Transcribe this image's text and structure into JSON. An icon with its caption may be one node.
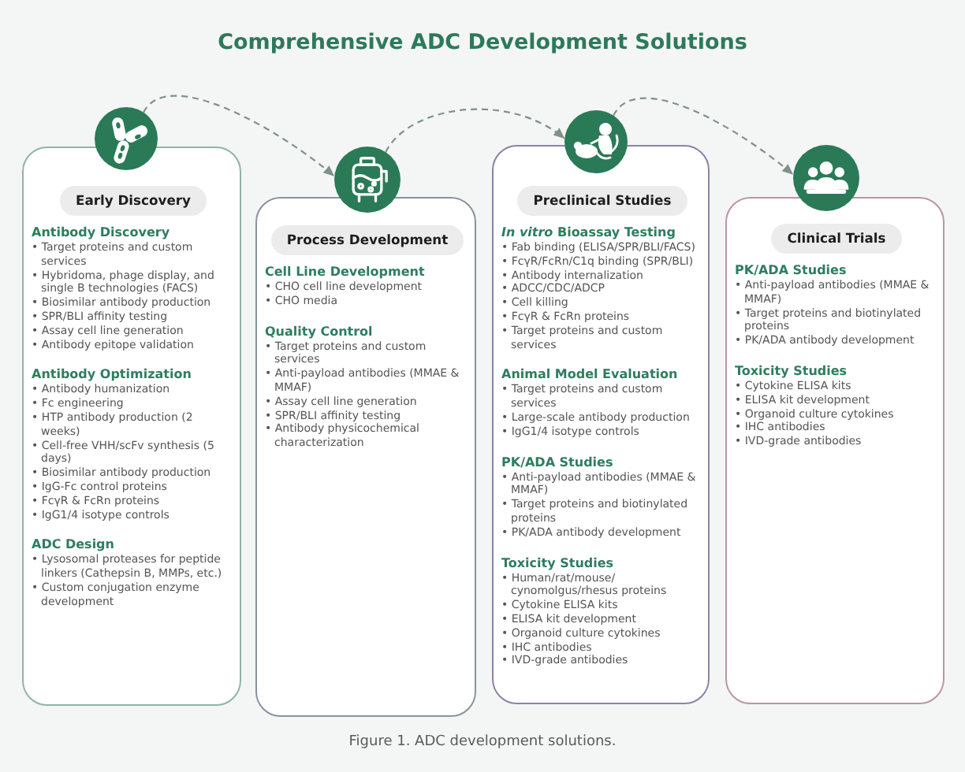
{
  "diagram": {
    "title": "Comprehensive ADC Development Solutions",
    "caption": "Figure 1. ADC development solutions.",
    "nodes": [
      {
        "text": [],
        "shape": "circle"
      },
      {
        "text": [
          "Antibody Discovery",
          "• Target proteins and custom services",
          "• Hybridoma, phage display, and single B technologies (FACS)",
          "• Biosimilar antibody production",
          "• SPR/BLI affinity testing",
          "• Assay cell line generation",
          "• Antibody epitope validation",
          "Antibody Optimization",
          "• Antibody humanization",
          "• Fc engineering",
          "• HTP antibody production (2 weeks)",
          "• Cell-free VHH/scFv synthesis (5 days)",
          "• Biosimilar antibody production",
          "• IgG-Fc control proteins",
          "• FcγR & FcRn proteins",
          "• IgG1/4 isotype controls",
          "ADC Design",
          "• Lysosomal proteases for peptide linkers (Cathepsin B, MMPs, etc.)",
          "• Custom conjugation enzyme development"
        ]
      },
      {
        "text": [
          "Early Discovery"
        ],
        "in": 1
      },
      {
        "text": [],
        "shape": "circle"
      },
      {
        "text": [
          "Cell Line Development",
          "• CHO cell line development",
          "• CHO media",
          "Quality Control",
          "• Target proteins and custom services",
          "• Anti-payload antibodies (MMAE & MMAF)",
          "• Assay cell line generation",
          "• SPR/BLI affinity testing",
          "• Antibody physicochemical characterization"
        ]
      },
      {
        "text": [
          "Process Development"
        ],
        "in": 4
      },
      {
        "text": [],
        "shape": "circle"
      },
      {
        "text": [
          "*In vitro* Bioassay Testing",
          "• Fab binding (ELISA/SPR/BLI/FACS)",
          "• FcγR/FcRn/C1q binding (SPR/BLI)",
          "• Antibody internalization",
          "• ADCC/CDC/ADCP",
          "• Cell killing",
          "• FcγR & FcRn proteins",
          "• Target proteins and custom services",
          "Animal Model Evaluation",
          "• Target proteins and custom services",
          "• Large-scale antibody production",
          "• IgG1/4 isotype controls",
          "PK/ADA Studies",
          "• Anti-payload antibodies (MMAE & MMAF)",
          "• Target proteins and biotinylated proteins",
          "• PK/ADA antibody development",
          "Toxicity Studies",
          "• Human/rat/mouse/ cynomolgus/rhesus proteins",
          "• Cytokine ELISA kits",
          "• ELISA kit development",
          "• Organoid culture cytokines",
          "• IHC antibodies",
          "• IVD-grade antibodies"
        ]
      },
      {
        "text": [
          "Preclinical Studies"
        ],
        "in": 7
      },
      {
        "text": [],
        "shape": "circle"
      },
      {
        "text": [
          "PK/ADA Studies",
          "• Anti-payload antibodies (MMAE & MMAF)",
          "• Target proteins and biotinylated proteins",
          "• PK/ADA antibody development",
          "Toxicity Studies",
          "• Cytokine ELISA kits",
          "• ELISA kit development",
          "• Organoid culture cytokines",
          "• IHC antibodies",
          "• IVD-grade antibodies"
        ]
      },
      {
        "text": [
          "Clinical Trials"
        ],
        "in": 10
      }
    ],
    "edges": [
      {
        "from": 0,
        "to": 3,
        "arrow": "to",
        "style": "dashed"
      },
      {
        "from": 3,
        "to": 6,
        "arrow": "to",
        "style": "dashed"
      },
      {
        "from": 6,
        "to": 9,
        "arrow": "to",
        "style": "dashed"
      }
    ]
  }
}
